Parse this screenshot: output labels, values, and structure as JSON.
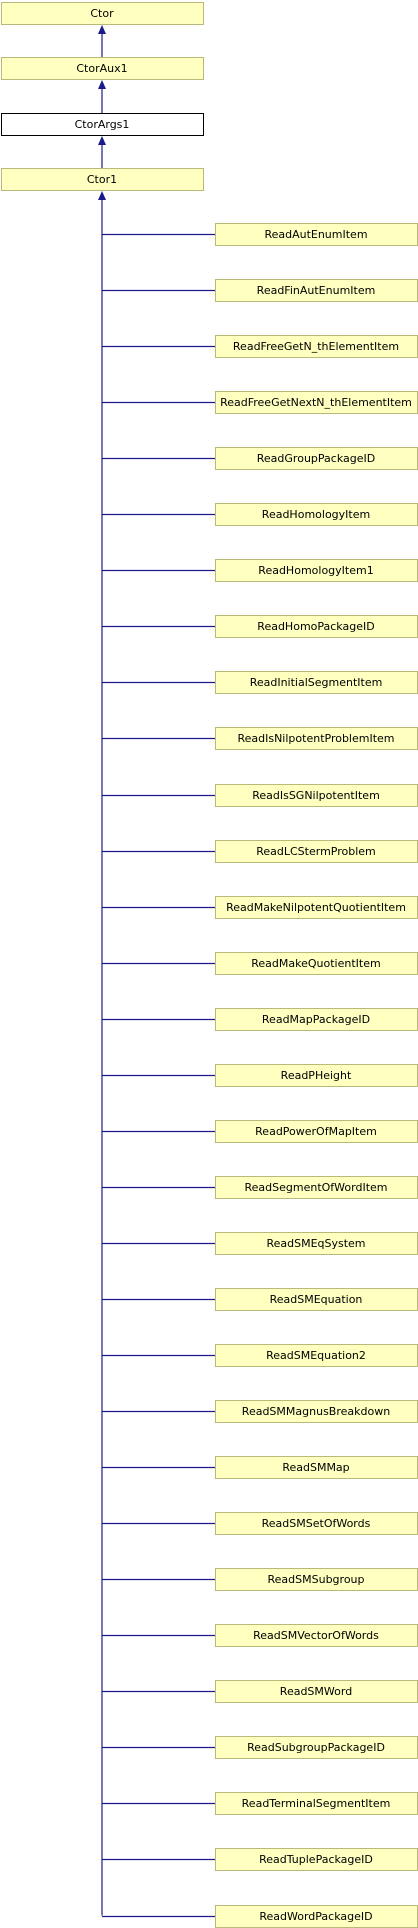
{
  "colors": {
    "node_fill": "#ffffc0",
    "node_border": "#b9b97a",
    "current_fill": "#ffffff",
    "current_border": "#000000",
    "edge": "#1a1a8c"
  },
  "chain": [
    {
      "id": "ctor",
      "label": "Ctor"
    },
    {
      "id": "ctoraux1",
      "label": "CtorAux1"
    },
    {
      "id": "ctorargs1",
      "label": "CtorArgs1",
      "current": true
    },
    {
      "id": "ctor1",
      "label": "Ctor1"
    }
  ],
  "children": [
    "ReadAutEnumItem",
    "ReadFinAutEnumItem",
    "ReadFreeGetN_thElementItem",
    "ReadFreeGetNextN_thElementItem",
    "ReadGroupPackageID",
    "ReadHomologyItem",
    "ReadHomologyItem1",
    "ReadHomoPackageID",
    "ReadInitialSegmentItem",
    "ReadIsNilpotentProblemItem",
    "ReadIsSGNilpotentItem",
    "ReadLCStermProblem",
    "ReadMakeNilpotentQuotientItem",
    "ReadMakeQuotientItem",
    "ReadMapPackageID",
    "ReadPHeight",
    "ReadPowerOfMapItem",
    "ReadSegmentOfWordItem",
    "ReadSMEqSystem",
    "ReadSMEquation",
    "ReadSMEquation2",
    "ReadSMMagnusBreakdown",
    "ReadSMMap",
    "ReadSMSetOfWords",
    "ReadSMSubgroup",
    "ReadSMVectorOfWords",
    "ReadSMWord",
    "ReadSubgroupPackageID",
    "ReadTerminalSegmentItem",
    "ReadTuplePackageID",
    "ReadWordPackageID"
  ]
}
